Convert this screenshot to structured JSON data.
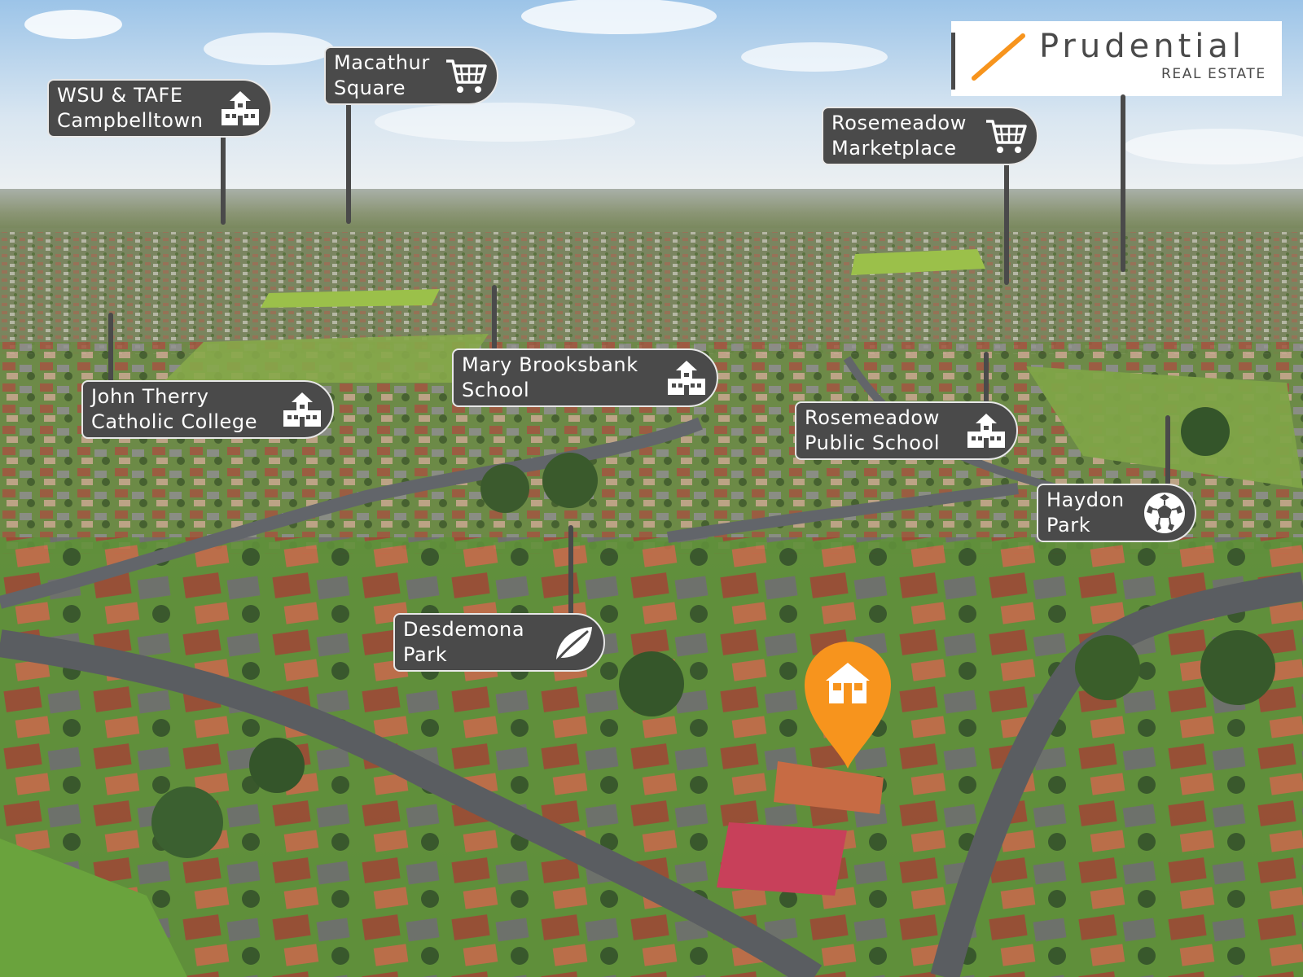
{
  "brand": {
    "name": "Prudential",
    "tagline": "REAL ESTATE",
    "accent": "#f7941d",
    "panel_color": "#4a4a4a"
  },
  "callouts": [
    {
      "id": "wsu",
      "label": "WSU & TAFE\nCampbelltown",
      "icon": "school-icon"
    },
    {
      "id": "macarthur",
      "label": "Macathur\nSquare",
      "icon": "shopping-cart-icon"
    },
    {
      "id": "rosemeadow-mkt",
      "label": "Rosemeadow\nMarketplace",
      "icon": "shopping-cart-icon"
    },
    {
      "id": "mary",
      "label": "Mary Brooksbank\nSchool",
      "icon": "school-icon"
    },
    {
      "id": "john",
      "label": "John Therry\nCatholic College",
      "icon": "school-icon"
    },
    {
      "id": "rosemeadow-ps",
      "label": "Rosemeadow\nPublic School",
      "icon": "school-icon"
    },
    {
      "id": "haydon",
      "label": "Haydon\nPark",
      "icon": "soccer-ball-icon"
    },
    {
      "id": "desdemona",
      "label": "Desdemona\nPark",
      "icon": "leaf-icon"
    }
  ],
  "property_marker": {
    "icon": "house-icon",
    "color": "#f7941d"
  }
}
